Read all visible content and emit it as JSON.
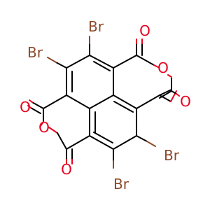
{
  "molecule": {
    "atoms": [
      {
        "id": "br_top",
        "symbol": "Br",
        "color": "#8c4a2a"
      },
      {
        "id": "br_upper_left",
        "symbol": "Br",
        "color": "#8c4a2a"
      },
      {
        "id": "br_lower_right",
        "symbol": "Br",
        "color": "#8c4a2a"
      },
      {
        "id": "br_bottom",
        "symbol": "Br",
        "color": "#8c4a2a"
      },
      {
        "id": "o_top_right_carbonyl",
        "symbol": "O",
        "color": "#e8001f"
      },
      {
        "id": "o_right_ring",
        "symbol": "O",
        "color": "#e8001f"
      },
      {
        "id": "o_right_carbonyl",
        "symbol": "O",
        "color": "#e8001f"
      },
      {
        "id": "o_left_carbonyl",
        "symbol": "O",
        "color": "#e8001f"
      },
      {
        "id": "o_left_ring",
        "symbol": "O",
        "color": "#e8001f"
      },
      {
        "id": "o_bottom_carbonyl",
        "symbol": "O",
        "color": "#e8001f"
      }
    ]
  }
}
